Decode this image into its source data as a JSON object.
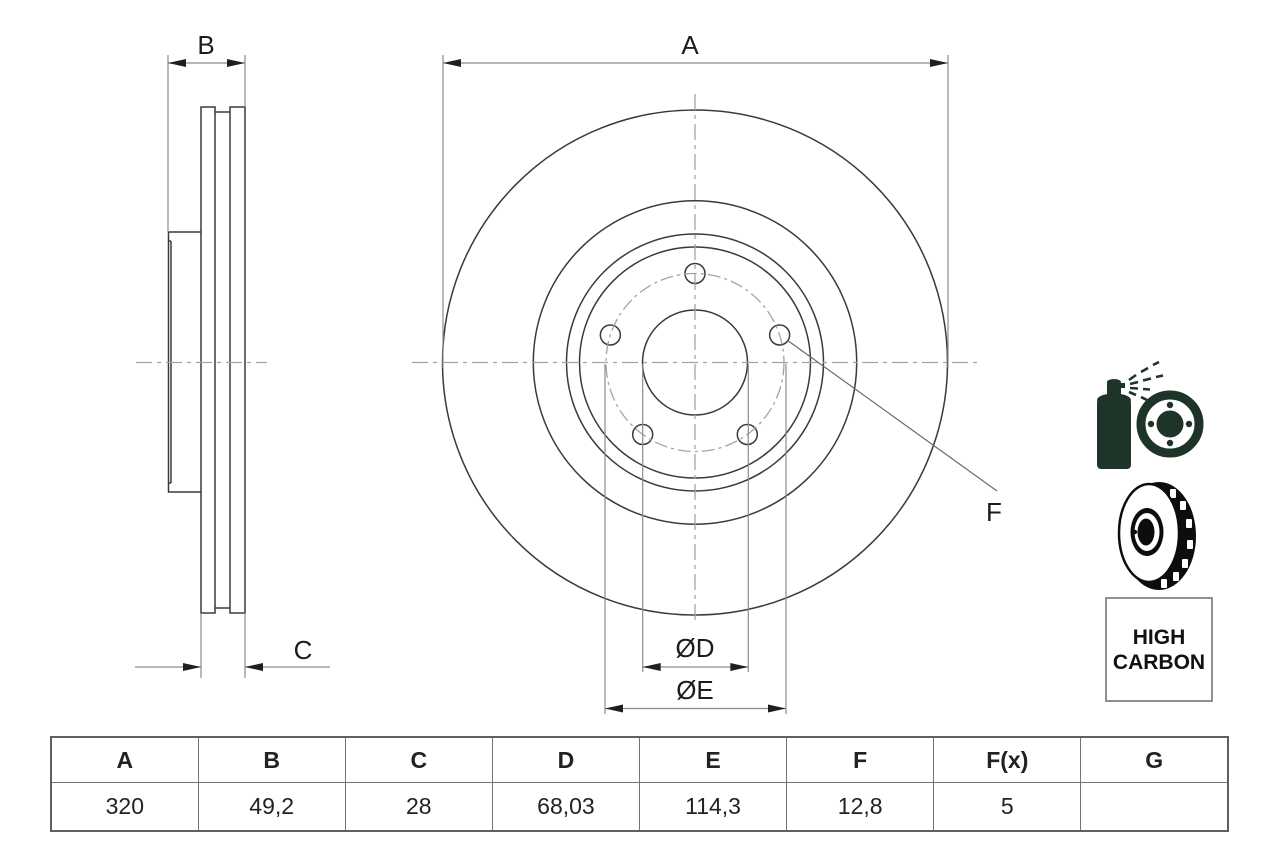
{
  "drawing": {
    "labels": {
      "a": "A",
      "b": "B",
      "c": "C",
      "d": "ØD",
      "e": "ØE",
      "f": "F"
    },
    "dimension_values": {
      "A_outer_diameter": "320",
      "B_height": "49,2",
      "C_thickness": "28",
      "D_center_bore": "68,03",
      "E_bolt_circle": "114,3",
      "F_hole_diameter": "12,8",
      "F_hole_count": "5"
    }
  },
  "badge": {
    "line1": "HIGH",
    "line2": "CARBON"
  },
  "icons": {
    "coated": "spray-coated-disc-icon",
    "high_carbon": "ventilated-disc-icon"
  },
  "table": {
    "headers": [
      "A",
      "B",
      "C",
      "D",
      "E",
      "F",
      "F(x)",
      "G"
    ],
    "values": [
      "320",
      "49,2",
      "28",
      "68,03",
      "114,3",
      "12,8",
      "5",
      ""
    ]
  },
  "colors": {
    "object_line": "#3a3a3a",
    "dimension_line": "#8c8c8c",
    "center_line": "#a3a3a3",
    "arrow": "#1f1f1f",
    "text": "#1c1c1c",
    "icon_green": "#1f3428",
    "icon_black": "#0d0d0d",
    "table_border": "#747474"
  }
}
